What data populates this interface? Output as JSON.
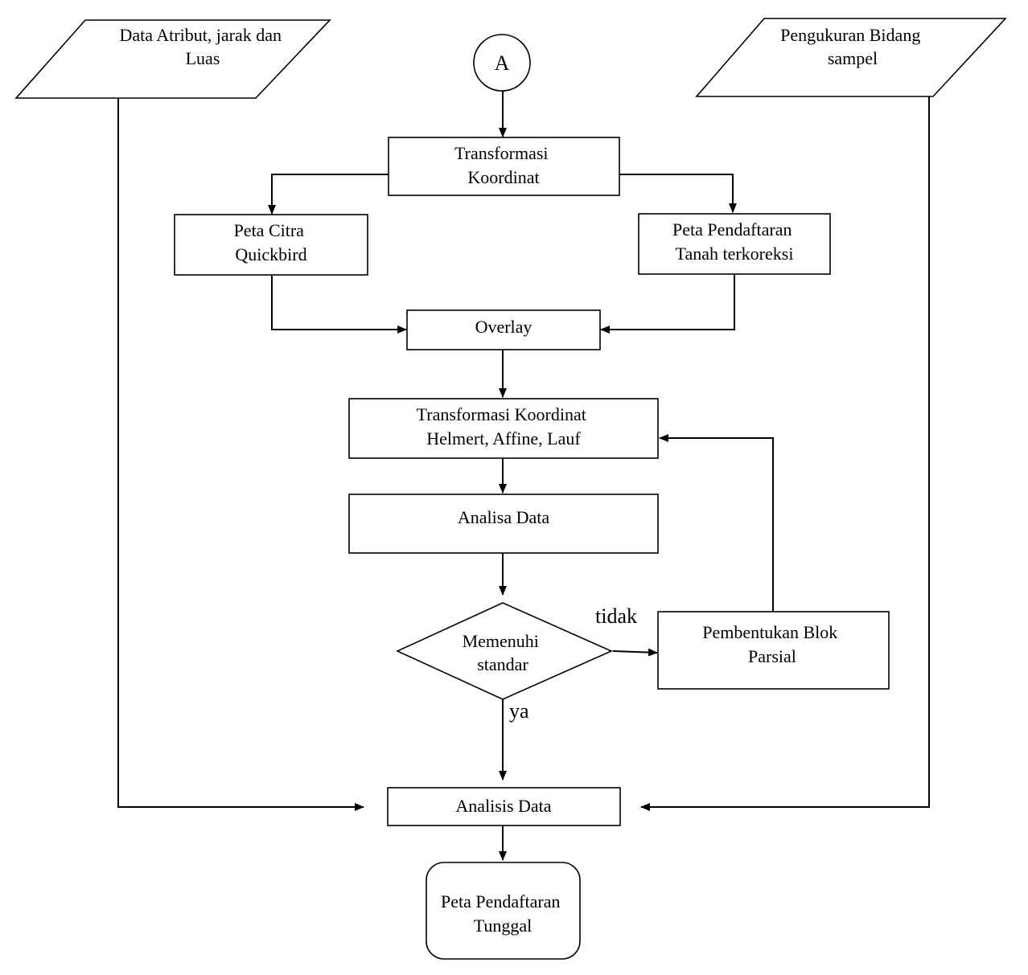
{
  "nodes": {
    "input_attr": {
      "lines": [
        "Data Atribut, jarak dan",
        "Luas"
      ]
    },
    "input_measure": {
      "lines": [
        "Pengukuran Bidang",
        "sampel"
      ]
    },
    "connector_a": {
      "label": "A"
    },
    "transform1": {
      "lines": [
        "Transformasi",
        "Koordinat"
      ]
    },
    "peta_citra": {
      "lines": [
        "Peta Citra",
        "Quickbird"
      ]
    },
    "peta_pendaftaran_terkoreksi": {
      "lines": [
        "Peta Pendaftaran",
        "Tanah terkoreksi"
      ]
    },
    "overlay": {
      "lines": [
        "Overlay"
      ]
    },
    "transform2": {
      "lines": [
        "Transformasi Koordinat",
        "Helmert, Affine, Lauf"
      ]
    },
    "analisa": {
      "lines": [
        "Analisa Data"
      ]
    },
    "decision": {
      "lines": [
        "Memenuhi",
        "standar"
      ]
    },
    "blok": {
      "lines": [
        "Pembentukan Blok",
        "Parsial"
      ]
    },
    "analisis": {
      "lines": [
        "Analisis Data"
      ]
    },
    "output": {
      "lines": [
        "Peta Pendaftaran",
        "Tunggal"
      ]
    }
  },
  "edge_labels": {
    "no": "tidak",
    "yes": "ya"
  }
}
